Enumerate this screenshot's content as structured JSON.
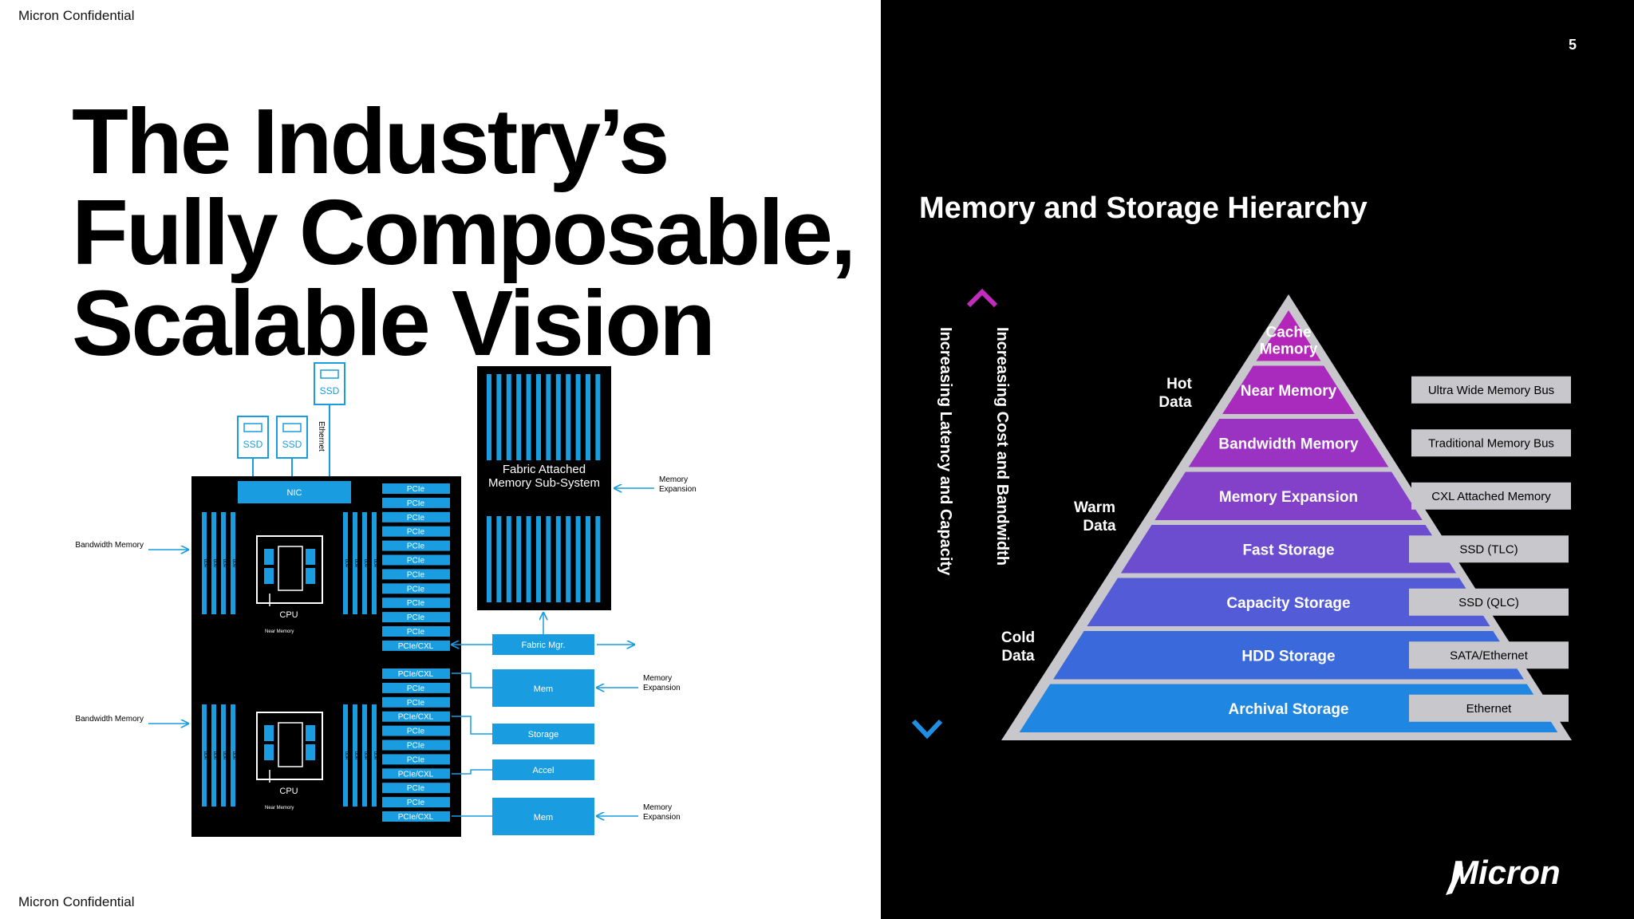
{
  "confidential": "Micron Confidential",
  "headline": [
    "The Industry’s",
    "Fully Composable,",
    "Scalable Vision"
  ],
  "page_number": "5",
  "left_diagram": {
    "ssd": "SSD",
    "ethernet": "Ethernet",
    "nic": "NIC",
    "ddr": "DDR",
    "hbm": "HBM",
    "cpu": "CPU",
    "near_memory": "Near Memory",
    "bandwidth_memory": "Bandwidth Memory",
    "pcie_top": [
      "PCIe",
      "PCIe",
      "PCIe",
      "PCIe",
      "PCIe",
      "PCIe",
      "PCIe",
      "PCIe",
      "PCIe",
      "PCIe",
      "PCIe",
      "PCIe/CXL"
    ],
    "pcie_bottom": [
      "PCIe/CXL",
      "PCIe",
      "PCIe",
      "PCIe/CXL",
      "PCIe",
      "PCIe",
      "PCIe",
      "PCIe/CXL",
      "PCIe",
      "PCIe",
      "PCIe/CXL"
    ],
    "fabric_memory": "Fabric Attached Memory Sub-System",
    "memory_expansion": "Memory Expansion",
    "fabric_mgr": "Fabric Mgr.",
    "mem": "Mem",
    "storage": "Storage",
    "accel": "Accel"
  },
  "hierarchy": {
    "title": "Memory and Storage Hierarchy",
    "arrow_down_label": "Increasing Latency and Capacity",
    "arrow_up_label": "Increasing Cost and Bandwidth",
    "hot": [
      "Hot",
      "Data"
    ],
    "warm": [
      "Warm",
      "Data"
    ],
    "cold": [
      "Cold",
      "Data"
    ],
    "levels": [
      {
        "name": [
          "Cache",
          "Memory"
        ],
        "bus": "",
        "color": "#b425b9"
      },
      {
        "name": [
          "Near Memory"
        ],
        "bus": "Ultra Wide Memory Bus",
        "color": "#a92bbd"
      },
      {
        "name": [
          "Bandwidth Memory"
        ],
        "bus": "Traditional Memory Bus",
        "color": "#9a33c2"
      },
      {
        "name": [
          "Memory Expansion"
        ],
        "bus": "CXL Attached Memory",
        "color": "#8340c8"
      },
      {
        "name": [
          "Fast Storage"
        ],
        "bus": "SSD (TLC)",
        "color": "#6c4dcf"
      },
      {
        "name": [
          "Capacity Storage"
        ],
        "bus": "SSD (QLC)",
        "color": "#545bd6"
      },
      {
        "name": [
          "HDD Storage"
        ],
        "bus": "SATA/Ethernet",
        "color": "#3a69dc"
      },
      {
        "name": [
          "Archival Storage"
        ],
        "bus": "Ethernet",
        "color": "#1f86e2"
      }
    ]
  },
  "logo": "Micron"
}
